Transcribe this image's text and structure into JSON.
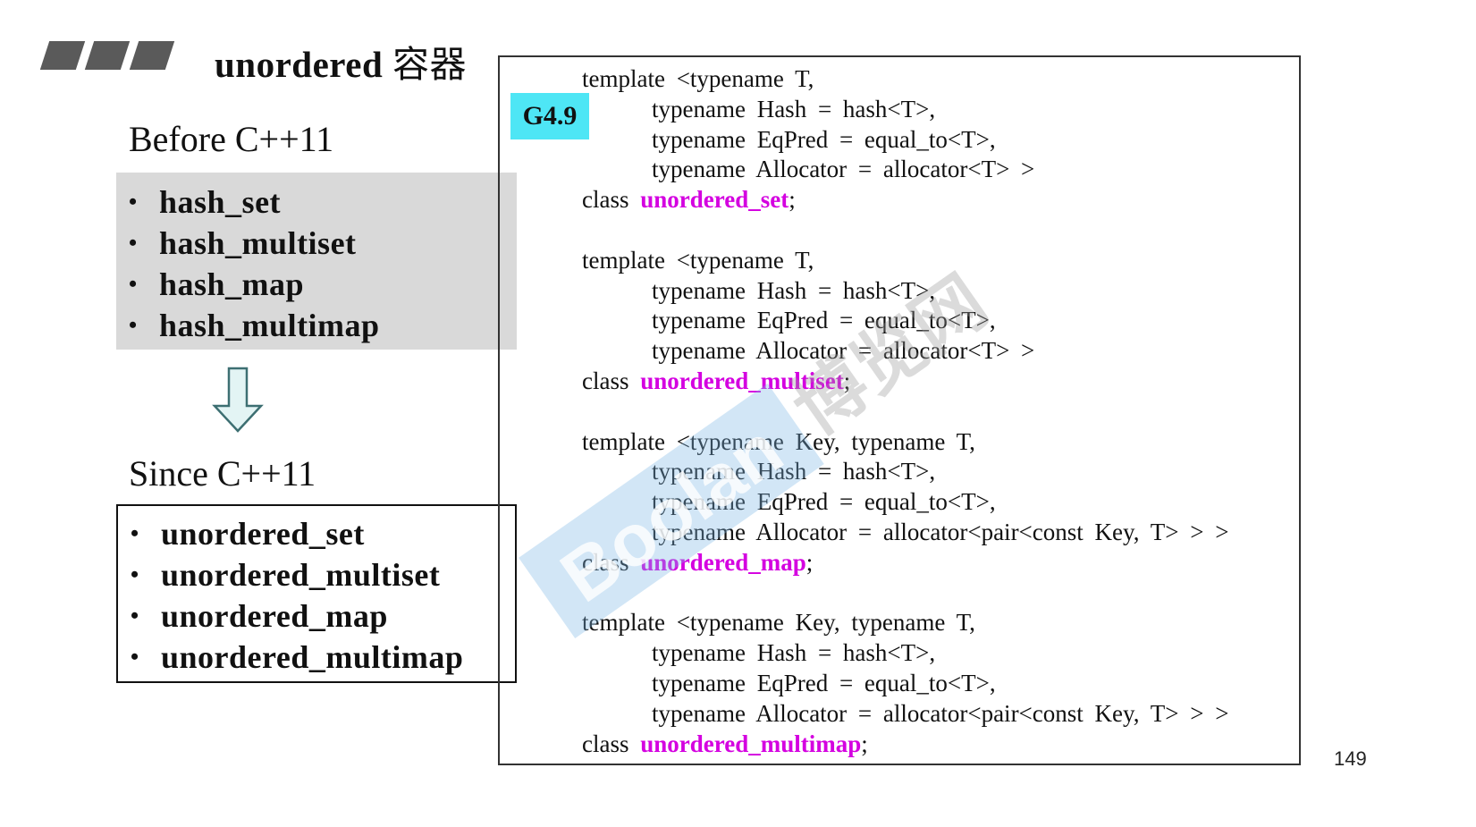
{
  "header": {
    "title_latin": "unordered",
    "title_cjk": "容器"
  },
  "before": {
    "heading": "Before C++11",
    "items": [
      "hash_set",
      "hash_multiset",
      "hash_map",
      "hash_multimap"
    ]
  },
  "since": {
    "heading": "Since C++11",
    "items": [
      "unordered_set",
      "unordered_multiset",
      "unordered_map",
      "unordered_multimap"
    ]
  },
  "code_panel": {
    "badge": "G4.9",
    "badge_color": "#4ee6f5",
    "class_name_color": "#d400e0",
    "blocks": [
      {
        "template_line": "template <typename T,",
        "params": [
          "typename Hash = hash<T>,",
          "typename EqPred = equal_to<T>,",
          "typename Allocator = allocator<T> >"
        ],
        "class_keyword": "class",
        "class_name": "unordered_set",
        "terminator": ";"
      },
      {
        "template_line": "template <typename T,",
        "params": [
          "typename Hash = hash<T>,",
          "typename EqPred = equal_to<T>,",
          "typename Allocator = allocator<T> >"
        ],
        "class_keyword": "class",
        "class_name": "unordered_multiset",
        "terminator": ";"
      },
      {
        "template_line": "template <typename Key, typename T,",
        "params": [
          "typename Hash = hash<T>,",
          "typename EqPred = equal_to<T>,",
          "typename Allocator = allocator<pair<const Key, T> > >"
        ],
        "class_keyword": "class",
        "class_name": "unordered_map",
        "terminator": ";"
      },
      {
        "template_line": "template <typename Key, typename T,",
        "params": [
          "typename Hash = hash<T>,",
          "typename EqPred = equal_to<T>,",
          "typename Allocator = allocator<pair<const Key, T> > >"
        ],
        "class_keyword": "class",
        "class_name": "unordered_multimap",
        "terminator": ";"
      }
    ]
  },
  "watermark": {
    "brand": "Boolan",
    "cjk": "博览网"
  },
  "page_number": "149"
}
